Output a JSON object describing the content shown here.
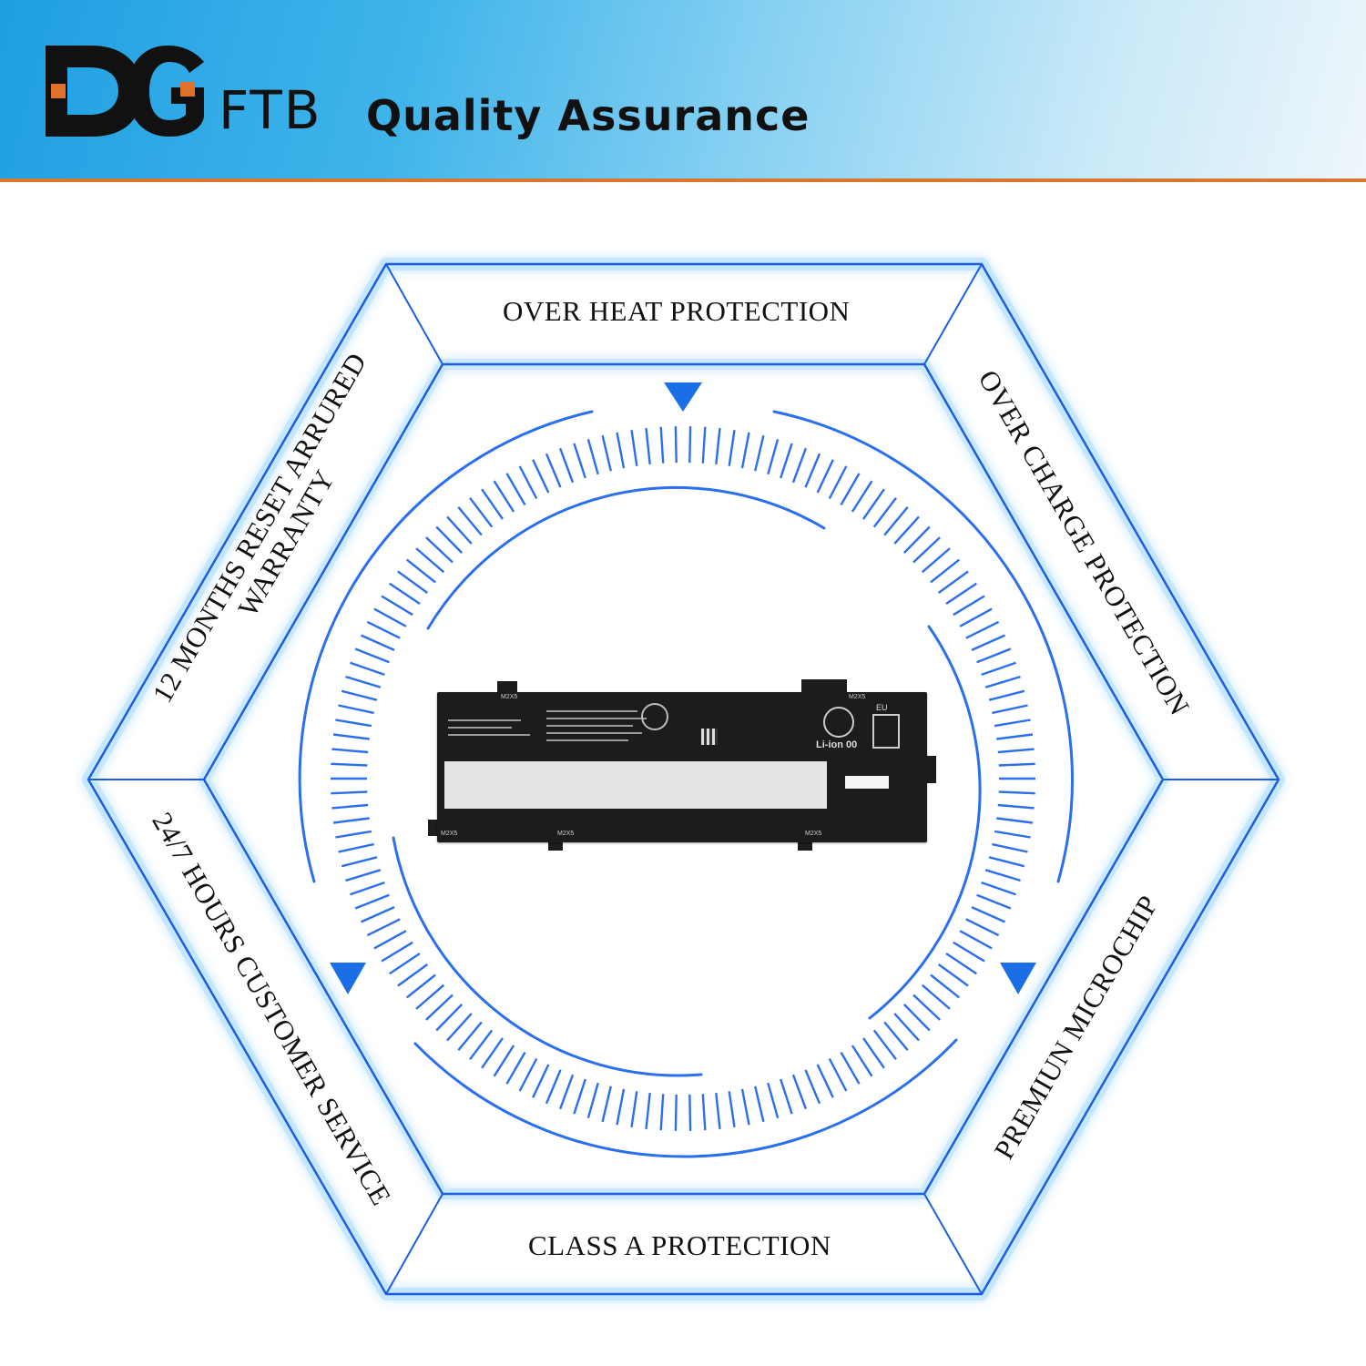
{
  "brand": {
    "logo_text": "DG",
    "sub": "FTB",
    "headline": "Quality Assurance"
  },
  "features": {
    "top": "OVER HEAT PROTECTION",
    "upper_right": "OVER CHARGE PROTECTION",
    "lower_right": "PREMIUN MICROCHIP",
    "bottom": "CLASS A PROTECTION",
    "lower_left": "24/7 HOURS CUSTOMER SERVICE",
    "upper_left_line1": "12 MONTHS RESET ARRURED",
    "upper_left_line2": "WARRANTY"
  },
  "battery": {
    "screw_label": "M2X5",
    "cell_type": "Li-ion 00",
    "mark_eu": "EU"
  },
  "colors": {
    "header_blue": "#1f9fe2",
    "accent_orange": "#d9762f",
    "hex_line": "#1b5fe0",
    "glow": "#8fd0ff",
    "arrow": "#1b6fe6"
  }
}
